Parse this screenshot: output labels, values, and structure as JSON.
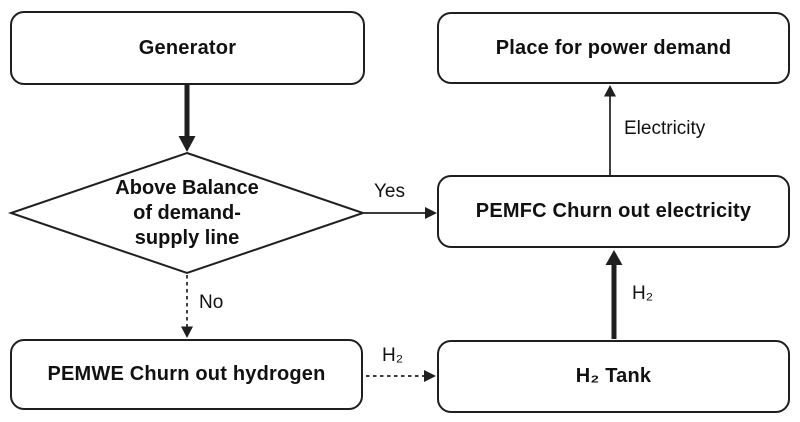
{
  "colors": {
    "stroke": "#1f1f1f",
    "background": "#ffffff",
    "text": "#111111"
  },
  "nodes": {
    "generator": {
      "label": "Generator"
    },
    "power_demand": {
      "label": "Place for power demand"
    },
    "decision": {
      "label": "Above Balance\nof demand-\nsupply line"
    },
    "pemfc": {
      "label": "PEMFC Churn out electricity"
    },
    "pemwe": {
      "label": "PEMWE Churn out hydrogen"
    },
    "h2_tank": {
      "label": "H₂ Tank"
    }
  },
  "edge_labels": {
    "yes": "Yes",
    "no": "No",
    "electricity": "Electricity",
    "h2_to_pemfc": "H₂",
    "h2_to_tank": "H₂"
  }
}
